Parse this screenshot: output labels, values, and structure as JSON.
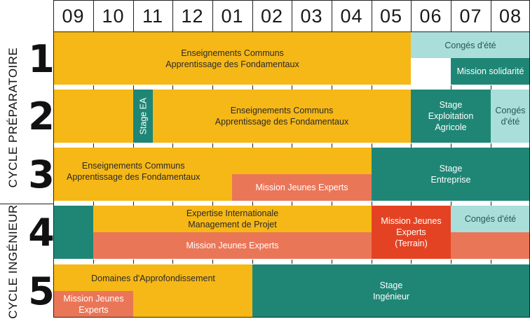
{
  "months": [
    "09",
    "10",
    "11",
    "12",
    "01",
    "02",
    "03",
    "04",
    "05",
    "06",
    "07",
    "08"
  ],
  "cycles": [
    {
      "label": "CYCLE PRÉPARATOIRE"
    },
    {
      "label": "CYCLE INGÉNIEUR"
    }
  ],
  "years": [
    {
      "number": "1"
    },
    {
      "number": "2"
    },
    {
      "number": "3"
    },
    {
      "number": "4"
    },
    {
      "number": "5"
    }
  ],
  "activities": {
    "y1_common": "Enseignements Communs\nApprentissage des Fondamentaux",
    "y1_summer": "Congés d'été",
    "y1_solidarity": "Mission solidarité",
    "y2_stage_ea": "Stage EA",
    "y2_common": "Enseignements Communs\nApprentissage des Fondamentaux",
    "y2_farm": "Stage\nExploitation\nAgricole",
    "y2_summer": "Congés\nd'été",
    "y3_common": "Enseignements Communs\nApprentissage des Fondamentaux",
    "y3_mje": "Mission Jeunes Experts",
    "y3_company": "Stage\nEntreprise",
    "y4_expertise": "Expertise Internationale\nManagement de Projet",
    "y4_mje": "Mission Jeunes Experts",
    "y4_mje_field": "Mission Jeunes\nExperts\n(Terrain)",
    "y4_summer": "Congés d'été",
    "y5_domains": "Domaines d'Approfondissement",
    "y5_mje": "Mission Jeunes\nExperts",
    "y5_engineer": "Stage\nIngénieur"
  },
  "colors": {
    "yellow": "#f6b817",
    "teal": "#1f8676",
    "light_teal": "#a9dedb",
    "coral": "#ea7658",
    "red_orange": "#e44323"
  }
}
